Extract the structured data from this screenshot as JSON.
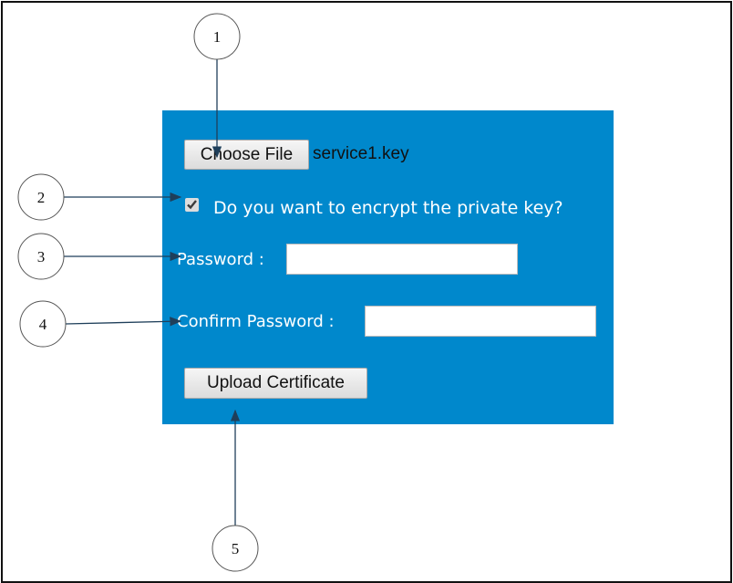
{
  "form": {
    "choose_file_label": "Choose File",
    "file_name": "service1.key",
    "encrypt_checked": true,
    "encrypt_label": "Do you want to encrypt the private key?",
    "password_label": "Password :",
    "password_value": "",
    "confirm_password_label": "Confirm Password :",
    "confirm_password_value": "",
    "upload_label": "Upload Certificate"
  },
  "callouts": [
    "1",
    "2",
    "3",
    "4",
    "5"
  ],
  "colors": {
    "panel": "#0088cc",
    "arrow": "#1f3f5a"
  }
}
